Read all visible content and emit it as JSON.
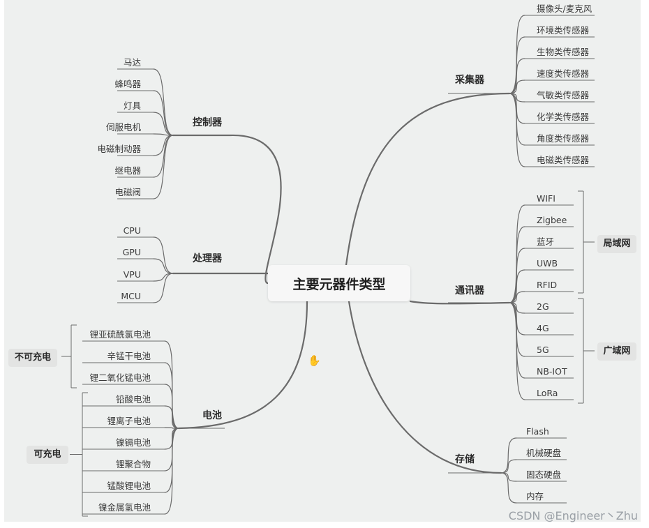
{
  "center": "主要元器件类型",
  "left": {
    "controller": {
      "title": "控制器",
      "items": [
        "马达",
        "蜂鸣器",
        "灯具",
        "伺服电机",
        "电磁制动器",
        "继电器",
        "电磁阀"
      ]
    },
    "processor": {
      "title": "处理器",
      "items": [
        "CPU",
        "GPU",
        "VPU",
        "MCU"
      ]
    },
    "battery": {
      "title": "电池",
      "items": [
        "锂亚硫酰氯电池",
        "辛锰干电池",
        "锂二氧化锰电池",
        "铅酸电池",
        "锂离子电池",
        "镍镉电池",
        "锂聚合物",
        "锰酸锂电池",
        "镍金属氢电池"
      ],
      "groups": [
        "不可充电",
        "可充电"
      ]
    }
  },
  "right": {
    "collector": {
      "title": "采集器",
      "items": [
        "摄像头/麦克风",
        "环境类传感器",
        "生物类传感器",
        "速度类传感器",
        "气敏类传感器",
        "化学类传感器",
        "角度类传感器",
        "电磁类传感器"
      ]
    },
    "comm": {
      "title": "通讯器",
      "items": [
        "WIFI",
        "Zigbee",
        "蓝牙",
        "UWB",
        "RFID",
        "2G",
        "4G",
        "5G",
        "NB-IOT",
        "LoRa"
      ],
      "groups": [
        "局域网",
        "广域网"
      ]
    },
    "storage": {
      "title": "存储",
      "items": [
        "Flash",
        "机械硬盘",
        "固态硬盘",
        "内存"
      ]
    }
  },
  "watermark": "CSDN @Engineer丶Zhu",
  "icons": {
    "cursor": "hand-cursor-icon"
  }
}
